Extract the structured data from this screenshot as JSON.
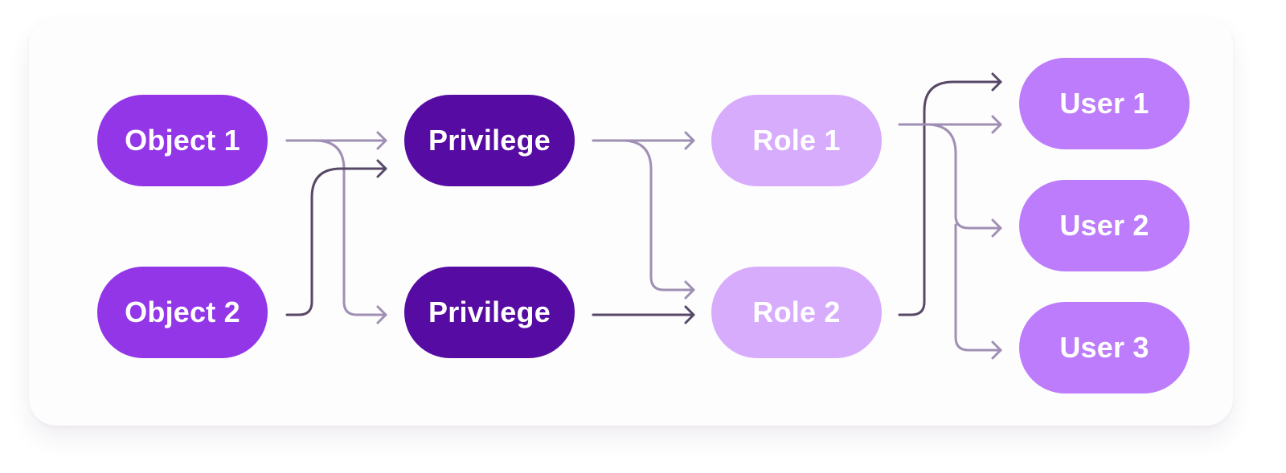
{
  "colors": {
    "object": "#9236e8",
    "privilege": "#560ba3",
    "role": "#d8acfd",
    "user": "#bc7cfb",
    "connector_light": "#a08fb4",
    "connector_dark": "#584868",
    "card": "#fdfdfd"
  },
  "objects": [
    {
      "label": "Object 1"
    },
    {
      "label": "Object 2"
    }
  ],
  "privileges": [
    {
      "label": "Privilege"
    },
    {
      "label": "Privilege"
    }
  ],
  "roles": [
    {
      "label": "Role 1"
    },
    {
      "label": "Role 2"
    }
  ],
  "users": [
    {
      "label": "User 1"
    },
    {
      "label": "User 2"
    },
    {
      "label": "User 3"
    }
  ],
  "connections": [
    {
      "from": "Object 1",
      "to": "Privilege (top)",
      "tone": "light"
    },
    {
      "from": "Object 1",
      "to": "Privilege (bottom)",
      "tone": "light"
    },
    {
      "from": "Object 2",
      "to": "Privilege (top)",
      "tone": "dark"
    },
    {
      "from": "Privilege (top)",
      "to": "Role 1",
      "tone": "light"
    },
    {
      "from": "Privilege (top)",
      "to": "Role 2",
      "tone": "light"
    },
    {
      "from": "Privilege (bottom)",
      "to": "Role 2",
      "tone": "dark"
    },
    {
      "from": "Role 1",
      "to": "User 1",
      "tone": "light"
    },
    {
      "from": "Role 1",
      "to": "User 2",
      "tone": "light"
    },
    {
      "from": "Role 1",
      "to": "User 3",
      "tone": "light"
    },
    {
      "from": "Role 2",
      "to": "User 1",
      "tone": "dark"
    }
  ]
}
